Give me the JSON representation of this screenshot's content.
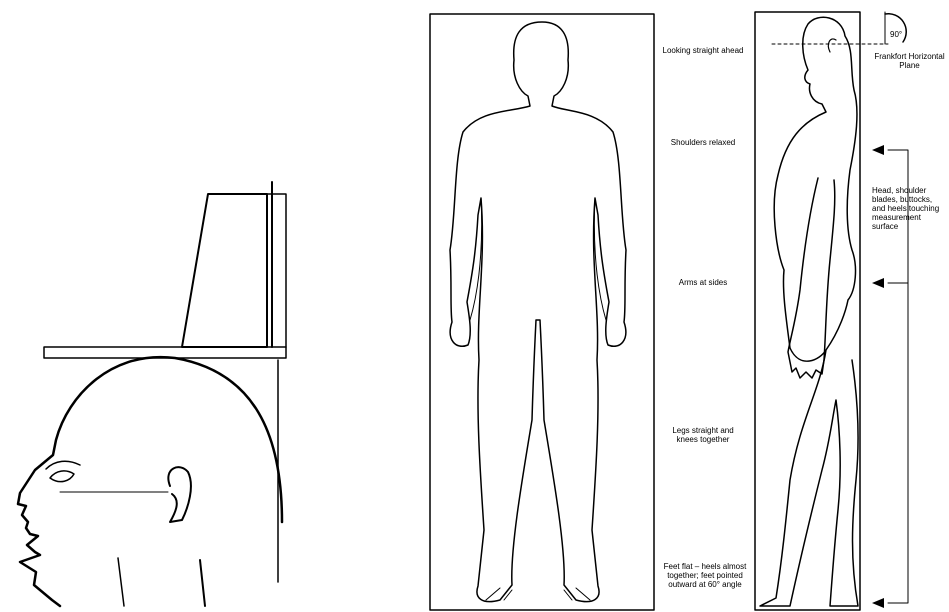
{
  "labels": {
    "looking": "Looking straight ahead",
    "shoulders": "Shoulders relaxed",
    "arms": "Arms at sides",
    "legs": "Legs straight and knees together",
    "feet": "Feet flat – heels almost together; feet pointed outward at 60° angle",
    "angle": "90°",
    "frankfort": "Frankfort Horizontal Plane",
    "contact": "Head, shoulder blades, buttocks, and heels touching measurement surface"
  }
}
